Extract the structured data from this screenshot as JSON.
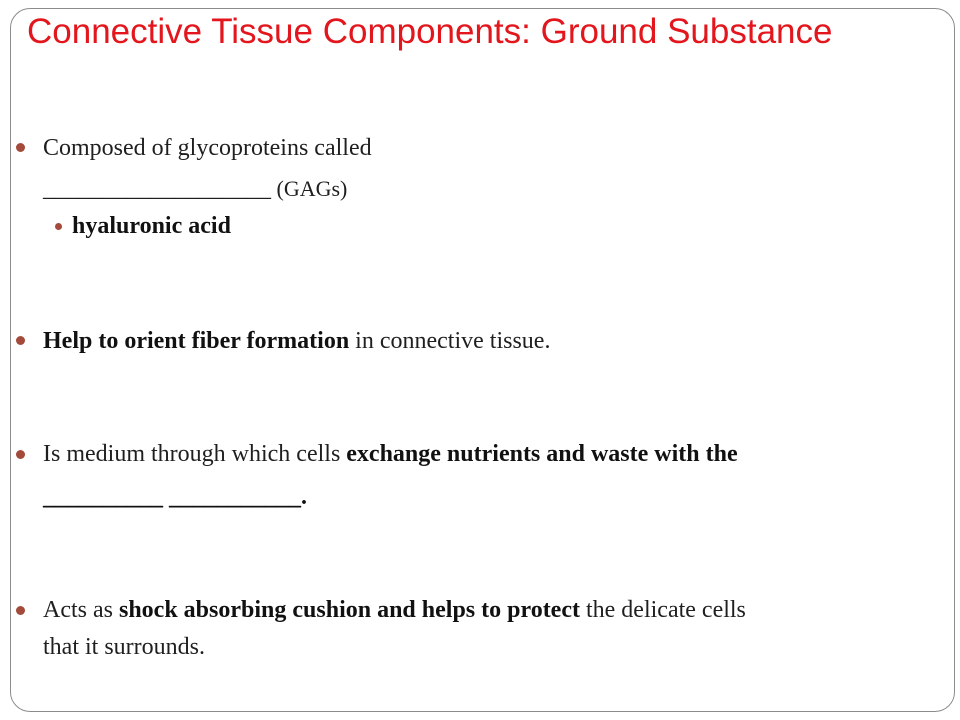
{
  "colors": {
    "title": "#e3161d",
    "bullet": "#a34a3a",
    "text": "#1f1f1f"
  },
  "slide": {
    "title": "Connective Tissue Components: Ground Substance",
    "bullets": [
      {
        "line1": "Composed of glycoproteins called",
        "blank": "___________________",
        "suffix": " (GAGs)",
        "sub": "hyaluronic acid"
      },
      {
        "bold": "Help to orient fiber formation",
        "rest": " in connective tissue."
      },
      {
        "plain": "Is medium through which cells ",
        "bold": "exchange nutrients and waste with the",
        "line2_bold": "__________ ___________."
      },
      {
        "plain": "Acts as ",
        "bold1": "shock absorbing cushion and helps to protect",
        "rest": " the delicate cells",
        "line2": "that it surrounds."
      }
    ]
  }
}
